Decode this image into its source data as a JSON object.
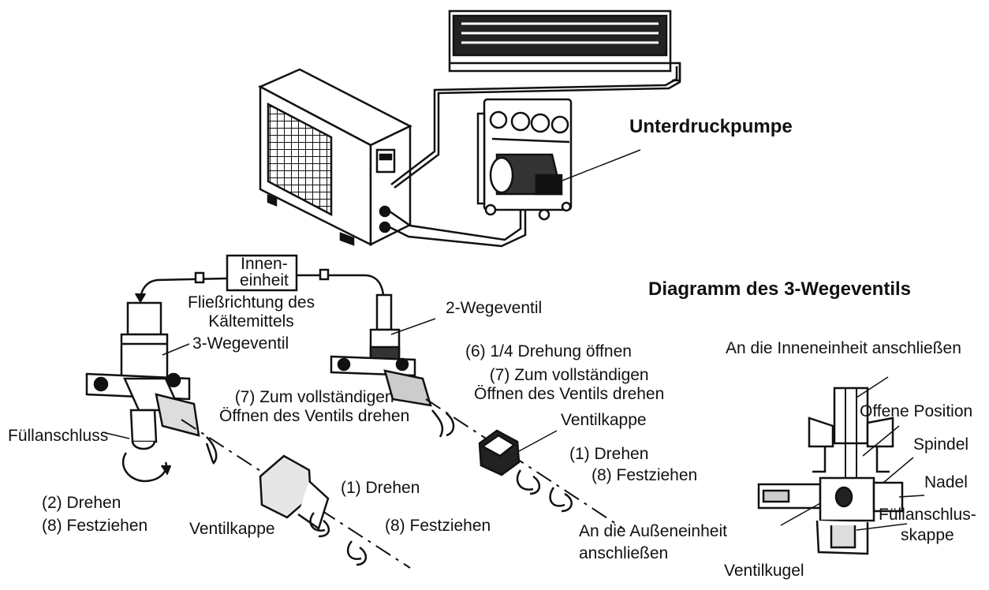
{
  "headings": {
    "vacuum_pump": "Unterdruckpumpe",
    "three_way_diagram": "Diagramm des 3-Wegeventils"
  },
  "labels": {
    "indoor_unit_box": "Innen-\neinheit",
    "refrigerant_flow": "Fließrichtung des\nKältemittels",
    "three_way_valve": "3-Wegeventil",
    "two_way_valve": "2-Wegeventil",
    "charge_port": "Füllanschluss",
    "step2_turn": "(2) Drehen",
    "step8_tighten_left": "(8) Festziehen",
    "valve_cap_left": "Ventilkappe",
    "step1_turn_mid": "(1) Drehen",
    "step8_tighten_mid": "(8) Festziehen",
    "step7_open_left": "(7) Zum vollständigen\nÖffnen des Ventils drehen",
    "step6_quarter_turn": "(6) 1/4 Drehung öffnen",
    "step7_open_right": "(7) Zum vollständigen\nÖffnen des Ventils drehen",
    "valve_cap_right": "Ventilkappe",
    "step1_turn_right": "(1) Drehen",
    "step8_tighten_right": "(8) Festziehen",
    "connect_outdoor": "An die Außeneinheit\nanschließen",
    "connect_indoor": "An die Inneneinheit anschließen",
    "open_position": "Offene Position",
    "spindle": "Spindel",
    "needle": "Nadel",
    "charge_port_cap": "Füllanschlus-\nskappe",
    "valve_ball": "Ventilkugel"
  },
  "colors": {
    "ink": "#111111",
    "paper": "#ffffff",
    "shade": "#555555"
  }
}
